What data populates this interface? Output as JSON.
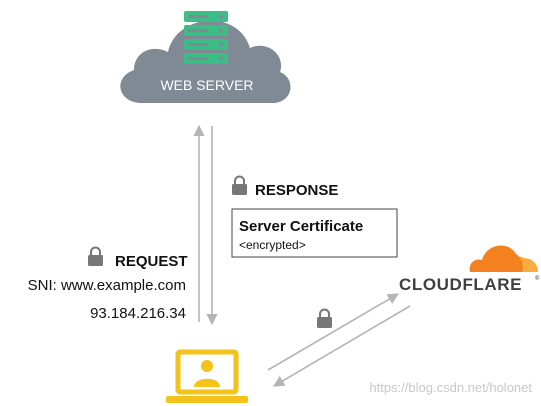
{
  "web_server": {
    "label": "WEB SERVER",
    "cloud_color": "#7f8a94",
    "server_icon_color": "#3dbd86"
  },
  "response": {
    "label": "RESPONSE"
  },
  "certificate": {
    "title": "Server Certificate",
    "detail": "<encrypted>"
  },
  "request": {
    "label": "REQUEST",
    "sni": "SNI: www.example.com",
    "ip": "93.184.216.34"
  },
  "cloudflare": {
    "wordmark": "CLOUDFLARE",
    "trademark": "®",
    "orange_color": "#f48120",
    "light_orange_color": "#faad3f"
  },
  "client": {
    "laptop_color": "#f3c21b"
  },
  "arrow_color": "#b4b4b4",
  "lock_color": "#777777",
  "watermark": "https://blog.csdn.net/holonet"
}
